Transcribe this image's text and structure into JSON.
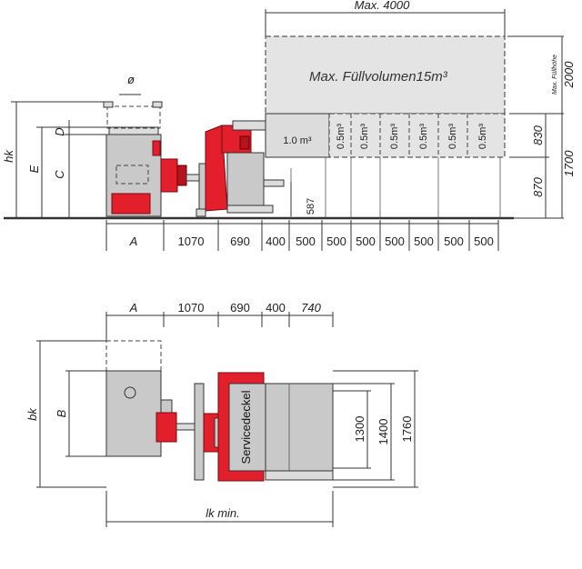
{
  "side_view": {
    "max_length": "Max. 4000",
    "max_volume_label": "Max. Füllvolumen",
    "max_volume_value": "15",
    "max_volume_unit": "m³",
    "fill_height_label": "Max. Füllhöhe",
    "fill_height_value": "2000",
    "hopper_volume": "1.0 m³",
    "module_volume": "0.5m³",
    "left_labels": {
      "hk": "hk",
      "E": "E",
      "C": "C",
      "D": "D",
      "diameter": "ø"
    },
    "right_dims": {
      "d830": "830",
      "d1700": "1700",
      "d870": "870"
    },
    "feed_height": "587",
    "bottom_dims": [
      "A",
      "1070",
      "690",
      "400",
      "500",
      "500",
      "500",
      "500",
      "500",
      "500",
      "500"
    ]
  },
  "top_view": {
    "top_dims": [
      "A",
      "1070",
      "690",
      "400",
      "740"
    ],
    "left_labels": {
      "bk": "bk",
      "B": "B"
    },
    "service_cover": "Servicedeckel",
    "right_dims": [
      "1300",
      "1400",
      "1760"
    ],
    "bottom_dim": "lk min."
  },
  "colors": {
    "machine_red": "#e21f2b",
    "machine_gray": "#c9c9c9"
  }
}
